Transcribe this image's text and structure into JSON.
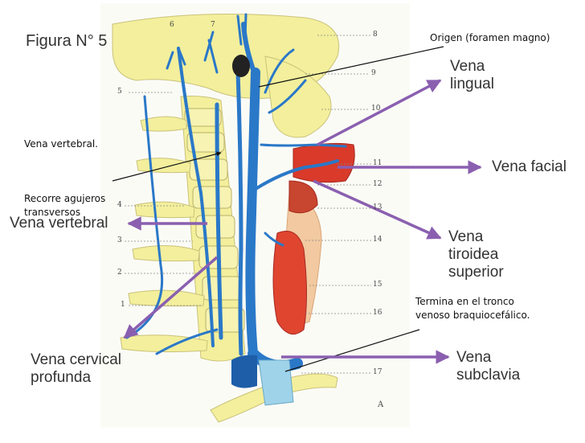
{
  "figure": {
    "title": "Figura N° 5",
    "corner_letter": "A"
  },
  "leader_numbers": [
    "6",
    "7",
    "8",
    "9",
    "10",
    "5",
    "4",
    "3",
    "2",
    "1",
    "11",
    "12",
    "13",
    "14",
    "15",
    "16",
    "17"
  ],
  "annotations": {
    "origen": "Origen (foramen magno)",
    "vena_vertebral_small": "Vena vertebral.",
    "recorre_line1": "Recorre agujeros",
    "recorre_line2": "transversos",
    "termina_line1": "Termina en el tronco",
    "termina_line2": "venoso braquiocefálico."
  },
  "labels": {
    "vena_lingual_1": "Vena",
    "vena_lingual_2": "lingual",
    "vena_facial": "Vena facial",
    "vena_vertebral": "Vena vertebral",
    "tiroidea_1": "Vena",
    "tiroidea_2": "tiroidea",
    "tiroidea_3": "superior",
    "cervical_1": "Vena cervical",
    "cervical_2": "profunda",
    "subclavia_1": "Vena",
    "subclavia_2": "subclavia"
  },
  "colors": {
    "bone": "#f3ef9c",
    "vein": "#2a78c8",
    "vein_dark": "#1e5ea8",
    "muscle": "#d93a2a",
    "gland": "#f2c9a0",
    "arrow": "#8a5fb0",
    "cyan_segment": "#9fd3ea"
  }
}
